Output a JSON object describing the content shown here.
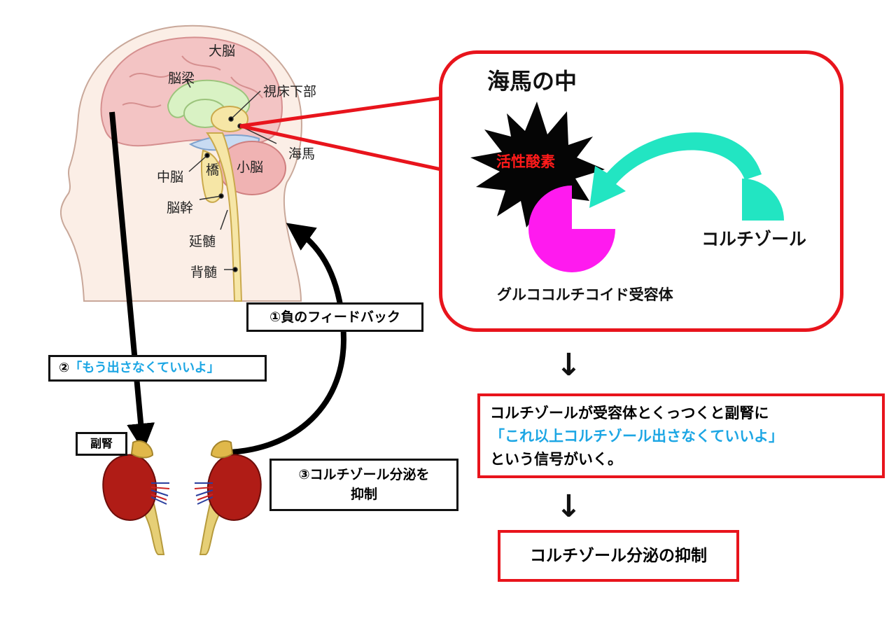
{
  "brain_labels": {
    "cerebrum": "大脳",
    "corpus_callosum": "脳梁",
    "hypothalamus": "視床下部",
    "hippocampus": "海馬",
    "cerebellum": "小脳",
    "midbrain": "中脳",
    "pons": "橋",
    "brainstem": "脳幹",
    "medulla": "延髄",
    "spinal_cord": "背髄"
  },
  "hippocampus_panel": {
    "title": "海馬の中",
    "ros_label": "活性酸素",
    "cortisol_label": "コルチゾール",
    "receptor_label": "グルココルチコイド受容体"
  },
  "steps": {
    "step1": "①負のフィードバック",
    "step2_prefix": "②",
    "step2_message": "「もう出さなくていいよ」",
    "step3_line1": "③コルチゾール分泌を",
    "step3_line2": "抑制"
  },
  "adrenal_label": "副腎",
  "explanation": {
    "line1": "コルチゾールが受容体とくっつくと副腎に",
    "line2": "「これ以上コルチゾール出さなくていいよ」",
    "line3": "という信号がいく。"
  },
  "result": "コルチゾール分泌の抑制",
  "colors": {
    "red": "#e8141c",
    "cyan_text": "#1ca6e4",
    "magenta": "#ff1aef",
    "teal": "#22e5c2",
    "brain_pink": "#f3c4c4",
    "kidney": "#b01c16",
    "adrenal": "#e0b84a"
  },
  "icons": [
    "down-arrow-icon",
    "curved-arrow-icon",
    "starburst-icon"
  ]
}
